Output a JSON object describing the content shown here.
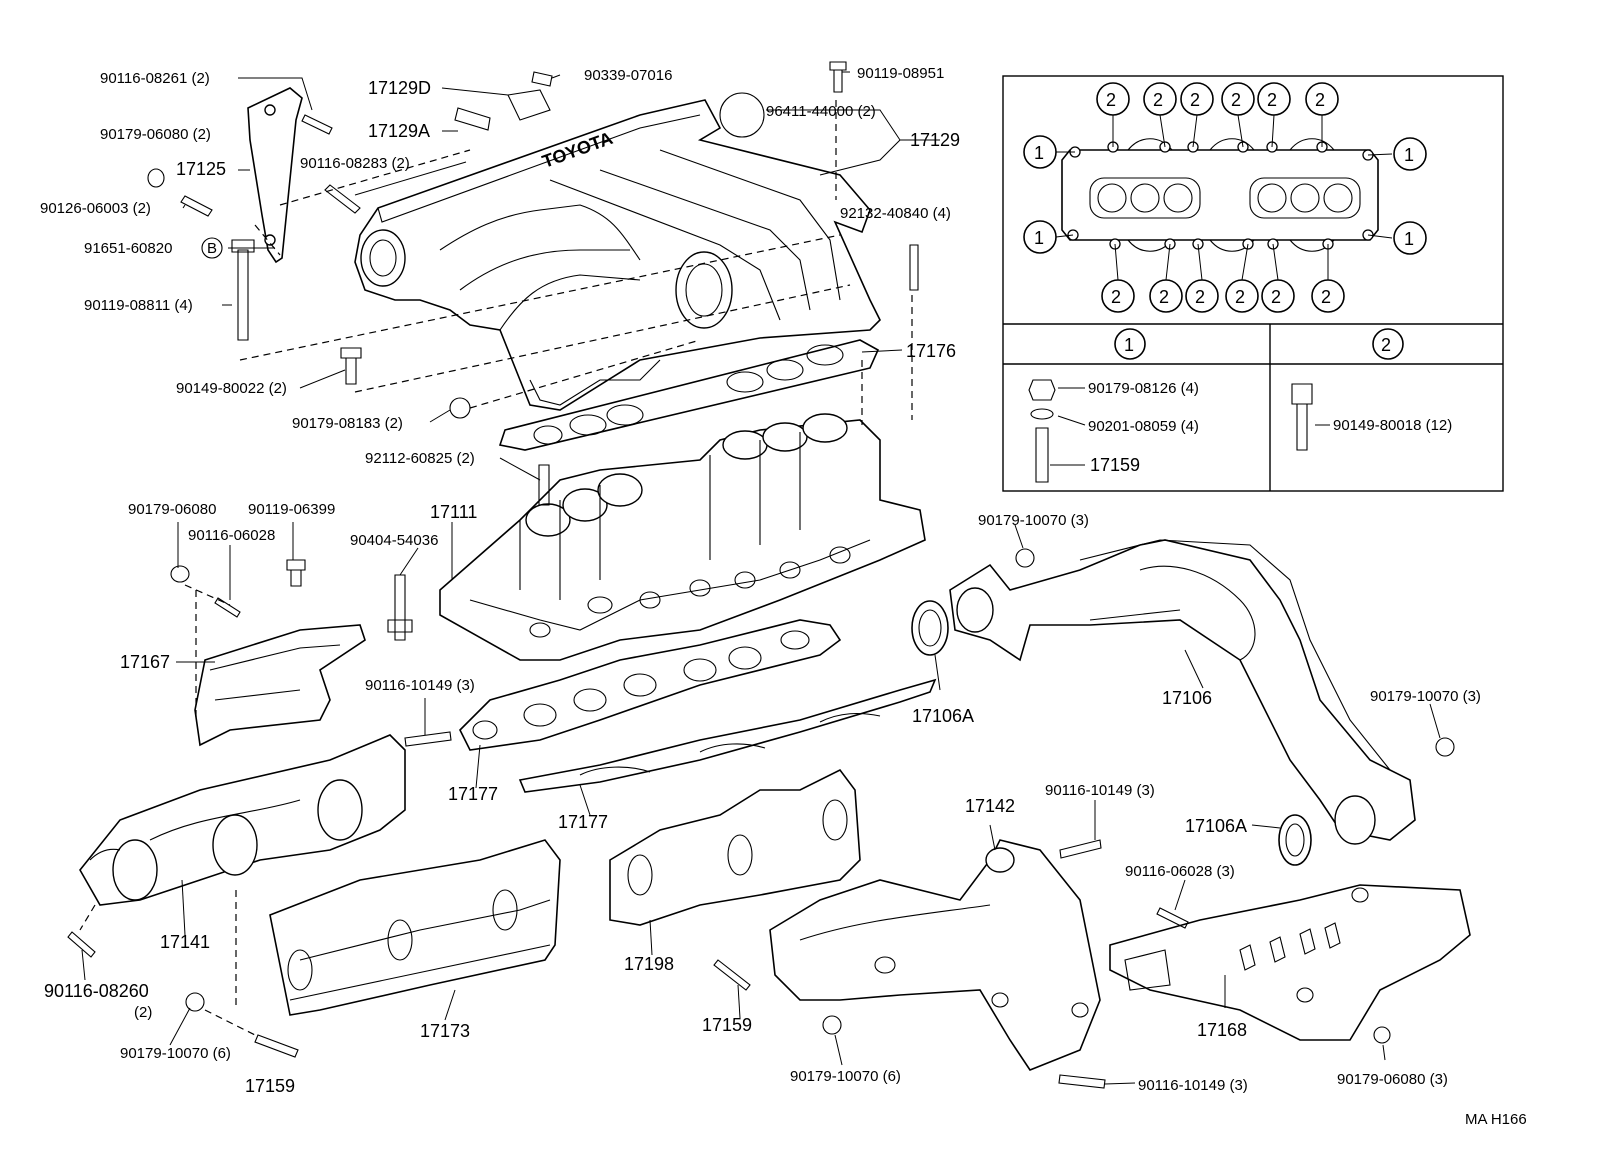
{
  "diagram": {
    "labels": {
      "l_90116_08261": "90116-08261 (2)",
      "l_90179_06080_2": "90179-06080 (2)",
      "l_17125": "17125",
      "l_90126_06003": "90126-06003 (2)",
      "l_91651_60820": "91651-60820",
      "l_marker_b": "B",
      "l_90119_08811": "90119-08811 (4)",
      "l_17129D": "17129D",
      "l_17129A": "17129A",
      "l_90339_07016": "90339-07016",
      "l_90116_08283": "90116-08283 (2)",
      "l_90119_08951": "90119-08951",
      "l_96411_44000": "96411-44000 (2)",
      "l_17129": "17129",
      "l_92132_40840": "92132-40840 (4)",
      "l_17176": "17176",
      "l_90149_80022": "90149-80022 (2)",
      "l_90179_08183": "90179-08183 (2)",
      "l_92112_60825": "92112-60825 (2)",
      "l_90179_06080": "90179-06080",
      "l_90119_06399": "90119-06399",
      "l_90116_06028": "90116-06028",
      "l_17111": "17111",
      "l_90404_54036": "90404-54036",
      "l_17167": "17167",
      "l_90116_10149_a": "90116-10149 (3)",
      "l_17177_a": "17177",
      "l_17177_b": "17177",
      "l_17141": "17141",
      "l_90116_08260": "90116-08260",
      "l_90116_08260_qty": "(2)",
      "l_90179_10070_6a": "90179-10070 (6)",
      "l_17159_a": "17159",
      "l_17173": "17173",
      "l_17198": "17198",
      "l_17159_b": "17159",
      "l_90179_10070_6b": "90179-10070 (6)",
      "l_17142": "17142",
      "l_90116_10149_b": "90116-10149 (3)",
      "l_90116_10149_c": "90116-10149 (3)",
      "l_90179_10070_3a": "90179-10070 (3)",
      "l_17106A_a": "17106A",
      "l_17106": "17106",
      "l_90179_10070_3b": "90179-10070 (3)",
      "l_17106A_b": "17106A",
      "l_90116_06028_3": "90116-06028 (3)",
      "l_17168": "17168",
      "l_90179_06080_3": "90179-06080 (3)",
      "l_footer": "MA H166",
      "l_logo": "TOYOTA"
    },
    "inset": {
      "marker_1": "1",
      "marker_2": "2",
      "col1_header": "1",
      "col2_header": "2",
      "l_90179_08126": "90179-08126 (4)",
      "l_90201_08059": "90201-08059 (4)",
      "l_17159": "17159",
      "l_90149_80018": "90149-80018 (12)"
    }
  }
}
